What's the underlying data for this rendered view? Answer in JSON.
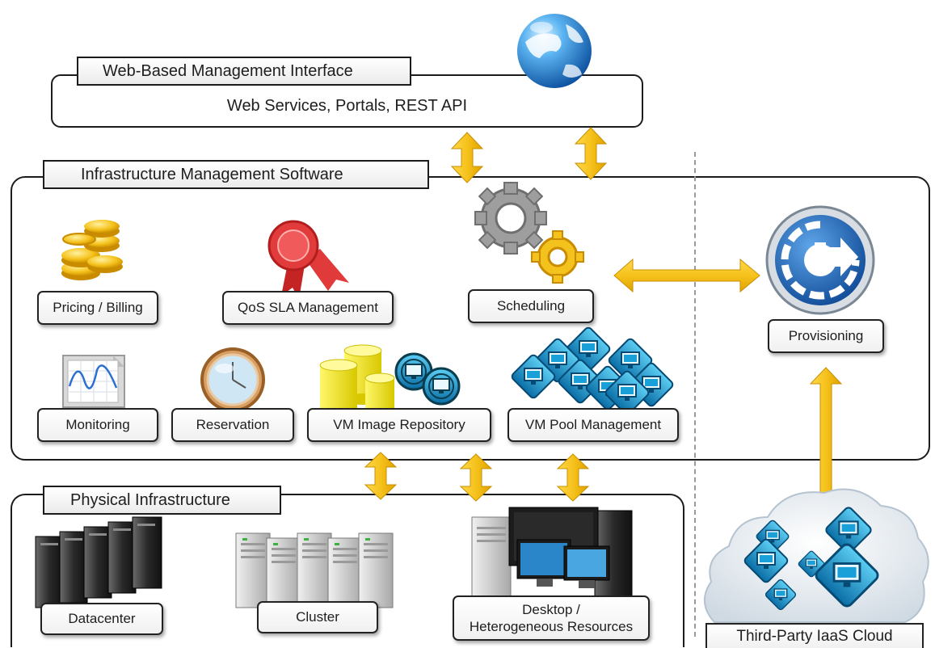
{
  "web_layer": {
    "tab_label": "Web-Based Management Interface",
    "services_label": "Web Services, Portals, REST API"
  },
  "infra_layer": {
    "tab_label": "Infrastructure Management Software",
    "modules": {
      "pricing": "Pricing / Billing",
      "qos": "QoS SLA Management",
      "scheduling": "Scheduling",
      "monitoring": "Monitoring",
      "reservation": "Reservation",
      "vm_image": "VM Image Repository",
      "vm_pool": "VM Pool Management"
    }
  },
  "provisioning": {
    "label": "Provisioning"
  },
  "physical_layer": {
    "tab_label": "Physical Infrastructure",
    "resources": {
      "datacenter": "Datacenter",
      "cluster": "Cluster",
      "desktop_line1": "Desktop /",
      "desktop_line2": "Heterogeneous Resources"
    }
  },
  "third_party": {
    "label": "Third-Party IaaS Cloud"
  },
  "colors": {
    "arrow": "#f2b705",
    "arrow_light": "#ffd84a",
    "globe": "#2b7fd6",
    "provisioning": "#1e5fb4",
    "vm_icon": "#1d8fc4",
    "coin": "#f0b400",
    "ribbon": "#e23b3b",
    "disk": "#f3ec1f"
  },
  "icons": [
    "globe-icon",
    "coins-icon",
    "ribbon-icon",
    "gears-icon",
    "provisioning-icon",
    "monitoring-chart-icon",
    "clock-icon",
    "database-icon",
    "vm-pool-icon",
    "server-rack-icon",
    "cluster-icon",
    "desktop-icon",
    "cloud-icon"
  ]
}
